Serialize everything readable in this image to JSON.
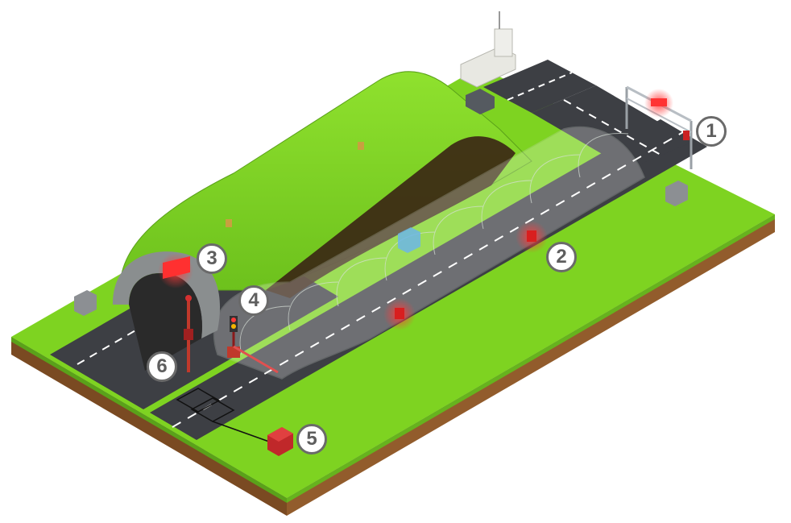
{
  "callouts": [
    {
      "id": "1",
      "label": "1"
    },
    {
      "id": "2",
      "label": "2"
    },
    {
      "id": "3",
      "label": "3"
    },
    {
      "id": "4",
      "label": "4"
    },
    {
      "id": "5",
      "label": "5"
    },
    {
      "id": "6",
      "label": "6"
    }
  ],
  "colors": {
    "grass": "#7ed321",
    "grass_side": "#5aa11a",
    "soil": "#8b5a2b",
    "asphalt": "#3d3f44",
    "lane_marking": "#ffffff",
    "warning_red": "#ff2a2a",
    "callout_border": "#6a6a6a"
  },
  "icons": [
    "overhead-sign-gantry-icon",
    "red-beacon-icon",
    "led-sign-icon",
    "traffic-light-icon",
    "barrier-gate-icon",
    "control-cabinet-icon",
    "building-icon",
    "truck-icon"
  ]
}
